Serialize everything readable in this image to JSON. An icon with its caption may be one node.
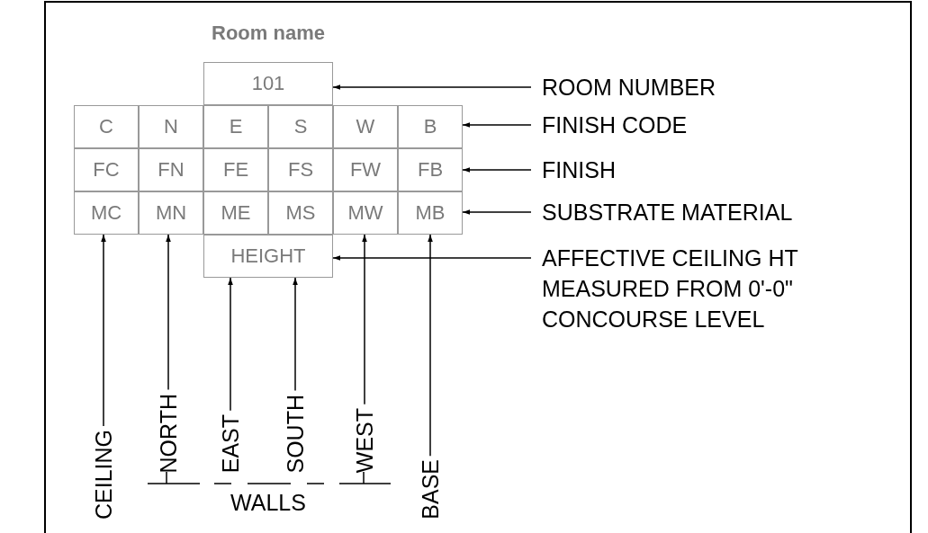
{
  "diagram": {
    "title": "Room name",
    "nodes": [
      {
        "text": [
          "101"
        ]
      },
      {
        "text": [
          "C"
        ]
      },
      {
        "text": [
          "N"
        ]
      },
      {
        "text": [
          "E"
        ]
      },
      {
        "text": [
          "S"
        ]
      },
      {
        "text": [
          "W"
        ]
      },
      {
        "text": [
          "B"
        ]
      },
      {
        "text": [
          "FC"
        ]
      },
      {
        "text": [
          "FN"
        ]
      },
      {
        "text": [
          "FE"
        ]
      },
      {
        "text": [
          "FS"
        ]
      },
      {
        "text": [
          "FW"
        ]
      },
      {
        "text": [
          "FB"
        ]
      },
      {
        "text": [
          "MC"
        ]
      },
      {
        "text": [
          "MN"
        ]
      },
      {
        "text": [
          "ME"
        ]
      },
      {
        "text": [
          "MS"
        ]
      },
      {
        "text": [
          "MW"
        ]
      },
      {
        "text": [
          "MB"
        ]
      },
      {
        "text": [
          "HEIGHT"
        ]
      },
      {
        "text": [
          "ROOM NUMBER"
        ]
      },
      {
        "text": [
          "FINISH CODE"
        ]
      },
      {
        "text": [
          "FINISH"
        ]
      },
      {
        "text": [
          "SUBSTRATE MATERIAL"
        ]
      },
      {
        "text": [
          "AFFECTIVE CEILING HT MEASURED FROM 0'-0\" CONCOURSE LEVEL"
        ]
      },
      {
        "text": [
          "CEILING"
        ]
      },
      {
        "text": [
          "NORTH"
        ]
      },
      {
        "text": [
          "EAST"
        ]
      },
      {
        "text": [
          "SOUTH"
        ]
      },
      {
        "text": [
          "WEST"
        ]
      },
      {
        "text": [
          "BASE"
        ]
      }
    ],
    "edges": [
      {
        "from": 20,
        "to": 0,
        "arrow": "to"
      },
      {
        "from": 21,
        "to": 6,
        "arrow": "to"
      },
      {
        "from": 22,
        "to": 12,
        "arrow": "to"
      },
      {
        "from": 23,
        "to": 18,
        "arrow": "to"
      },
      {
        "from": 24,
        "to": 19,
        "arrow": "to"
      },
      {
        "from": 25,
        "to": 13,
        "arrow": "to"
      },
      {
        "from": 26,
        "to": 14,
        "arrow": "to"
      },
      {
        "from": 27,
        "to": 19,
        "arrow": "to"
      },
      {
        "from": 28,
        "to": 19,
        "arrow": "to"
      },
      {
        "from": 29,
        "to": 17,
        "arrow": "to"
      },
      {
        "from": 30,
        "to": 18,
        "arrow": "to"
      }
    ],
    "labels": [
      "WALLS"
    ]
  }
}
